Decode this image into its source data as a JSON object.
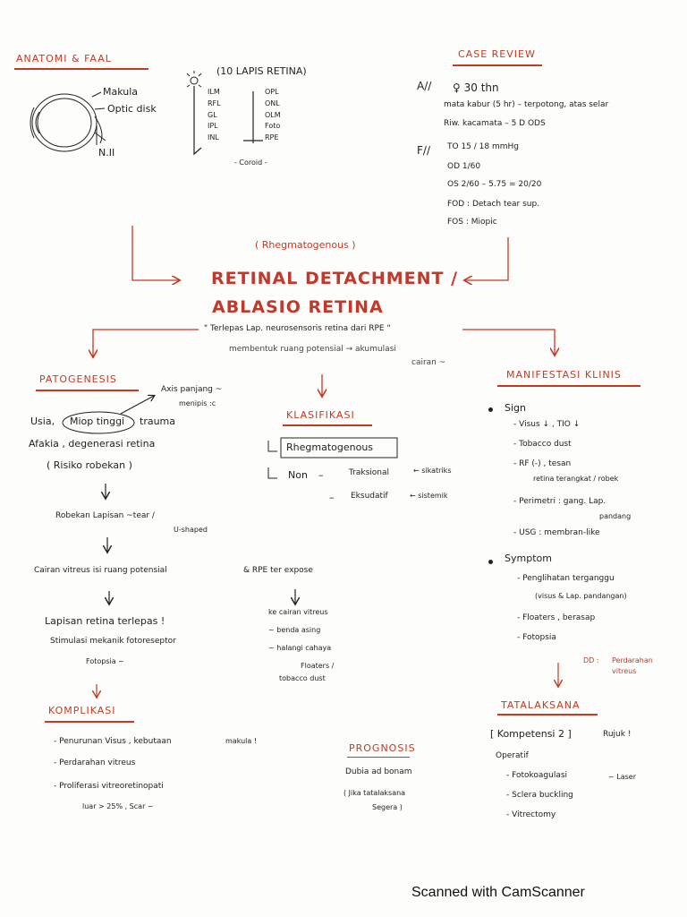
{
  "anatomi": {
    "title": "ANATOMI & FAAL",
    "labels": [
      "Makula",
      "Optic disk",
      "N.II"
    ]
  },
  "lapis": {
    "title": "(10 LAPIS RETINA)",
    "left": [
      "ILM",
      "RFL",
      "GL",
      "IPL",
      "INL"
    ],
    "right": [
      "OPL",
      "ONL",
      "OLM",
      "Foto",
      "RPE"
    ],
    "coroid": "- Coroid -"
  },
  "case": {
    "title": "CASE REVIEW",
    "a_label": "A//",
    "a_lines": [
      "♀ 30 thn",
      "mata kabur (5 hr) – terpotong, atas selar",
      "Riw. kacamata – 5 D ODS"
    ],
    "f_label": "F//",
    "f_lines": [
      "TO 15 / 18 mmHg",
      "OD 1/60",
      "OS 2/60 – 5.75 = 20/20",
      "FOD : Detach tear sup.",
      "FOS : Miopic"
    ]
  },
  "main": {
    "sub": "( Rhegmatogenous )",
    "title1": "RETINAL DETACHMENT /",
    "title2": "ABLASIO RETINA",
    "quote": "\" Terlepas Lap. neurosensoris retina dari RPE \"",
    "note1": "membentuk ruang potensial →  akumulasi",
    "note2": "cairan ~"
  },
  "pato": {
    "title": "PATOGENESIS",
    "axis1": "Axis panjang ~",
    "axis2": "menipis :c",
    "line1a": "Usia,",
    "line1b": "Miop tinggi",
    "line1c": "trauma",
    "line2": "Afakia , degenerasi retina",
    "line3": "( Risiko robekan )",
    "robek1": "Robekan Lapisan ~tear /",
    "robek2": "U-shaped",
    "cairan": "Cairan vitreus isi ruang potensial",
    "rpe": "& RPE ter expose",
    "lapis1": "Lapisan retina terlepas !",
    "lapis2": "Stimulasi mekanik fotoreseptor",
    "lapis3": "Fotopsia ~",
    "rpe_list": [
      "ke cairan vitreus",
      "~ benda asing",
      "~ halangi cahaya"
    ],
    "floaters1": "Floaters /",
    "floaters2": "tobacco dust"
  },
  "klas": {
    "title": "KLASIFIKASI",
    "rheg": "Rhegmatogenous",
    "non": "Non",
    "trak": "Traksional",
    "trak_note": "← sikatriks",
    "eks": "Eksudatif",
    "eks_note": "← sistemik"
  },
  "mani": {
    "title": "MANIFESTASI KLINIS",
    "sign": "Sign",
    "sign_items": [
      "Visus ↓ , TIO ↓",
      "Tobacco dust",
      "RF (-) , tesan",
      "retina terangkat / robek",
      "Perimetri : gang. Lap.",
      "pandang",
      "USG : membran-like"
    ],
    "symptom": "Symptom",
    "sym_items": [
      "Penglihatan terganggu",
      "(visus & Lap. pandangan)",
      "Floaters , berasap",
      "Fotopsia"
    ],
    "dd_label": "DD :",
    "dd1": "Perdarahan",
    "dd2": "vitreus"
  },
  "komp": {
    "title": "KOMPLIKASI",
    "items": [
      "Penurunan Visus , kebutaan",
      "Perdarahan vitreus",
      "Proliferasi vitreoretinopati"
    ],
    "note1": "makula !",
    "note2": "luar > 25% , Scar ~"
  },
  "prog": {
    "title": "PROGNOSIS",
    "line1": "Dubia ad bonam",
    "line2": "( Jika tatalaksana",
    "line3": "Segera )"
  },
  "tata": {
    "title": "TATALAKSANA",
    "komp": "[ Kompetensi 2 ]",
    "rujuk": "Rujuk !",
    "oper": "Operatif",
    "items": [
      "Fotokoagulasi",
      "Sclera buckling",
      "Vitrectomy"
    ],
    "laser": "~ Laser"
  },
  "footer": "Scanned with CamScanner"
}
